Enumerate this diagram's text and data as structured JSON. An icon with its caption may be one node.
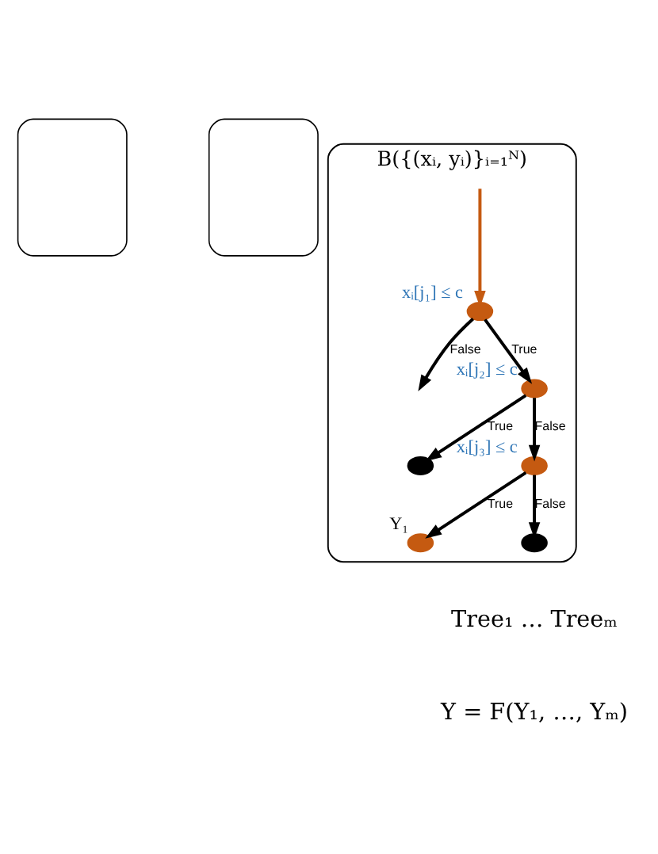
{
  "diagram": {
    "nodes": [
      {
        "text": [],
        "shape": "box"
      },
      {
        "text": [],
        "shape": "box"
      },
      {
        "text": [
          "B({(xᵢ, yᵢ)}ᵢ₌₁ᴺ)"
        ]
      },
      {
        "text": [],
        "shape": "circle",
        "in": 2,
        "beside": [
          "xᵢ[j₁] ≤ c"
        ]
      },
      {
        "text": [],
        "shape": "circle",
        "in": 2,
        "beside": [
          "xᵢ[j₂] ≤ c"
        ]
      },
      {
        "text": [],
        "shape": "circle",
        "in": 2
      },
      {
        "text": [],
        "shape": "circle",
        "in": 2,
        "beside": [
          "xᵢ[j₃] ≤ c"
        ]
      },
      {
        "text": [],
        "shape": "circle",
        "in": 2,
        "beside": [
          "Y₁"
        ]
      },
      {
        "text": [],
        "shape": "circle",
        "in": 2
      }
    ],
    "edges": [
      {
        "from": null,
        "to": 3,
        "arrow": "to",
        "color": "#c55a11"
      },
      {
        "from": 3,
        "to": 4,
        "arrow": "to",
        "label": "True"
      },
      {
        "from": 3,
        "to": null,
        "arrow": "to",
        "label": "False"
      },
      {
        "from": 4,
        "to": 5,
        "arrow": "to",
        "label": "True"
      },
      {
        "from": 4,
        "to": 6,
        "arrow": "to",
        "label": "False"
      },
      {
        "from": 6,
        "to": 7,
        "arrow": "to",
        "label": "True"
      },
      {
        "from": 6,
        "to": 8,
        "arrow": "to",
        "label": "False"
      }
    ],
    "labels": [
      "Tree₁ … Treeₘ",
      "Y = F(Y₁, …, Yₘ)"
    ]
  }
}
